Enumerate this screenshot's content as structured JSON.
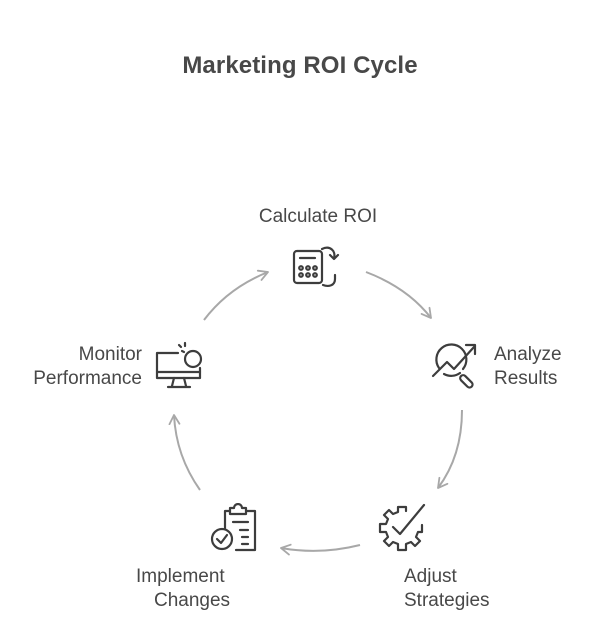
{
  "title": "Marketing ROI Cycle",
  "steps": [
    {
      "id": "calculate-roi",
      "icon": "calculator-cycle-icon",
      "lines": [
        "Calculate ROI"
      ]
    },
    {
      "id": "analyze-results",
      "icon": "magnifier-trend-icon",
      "lines": [
        "Analyze",
        "Results"
      ]
    },
    {
      "id": "adjust-strategies",
      "icon": "gear-check-icon",
      "lines": [
        "Adjust",
        "Strategies"
      ]
    },
    {
      "id": "implement-changes",
      "icon": "clipboard-check-icon",
      "lines": [
        "Implement",
        "Changes"
      ]
    },
    {
      "id": "monitor-performance",
      "icon": "monitor-search-icon",
      "lines": [
        "Monitor",
        "Performance"
      ]
    }
  ],
  "colors": {
    "text": "#484848",
    "icon": "#3d3d3d",
    "arrow": "#a8a8a8",
    "background": "#ffffff"
  }
}
